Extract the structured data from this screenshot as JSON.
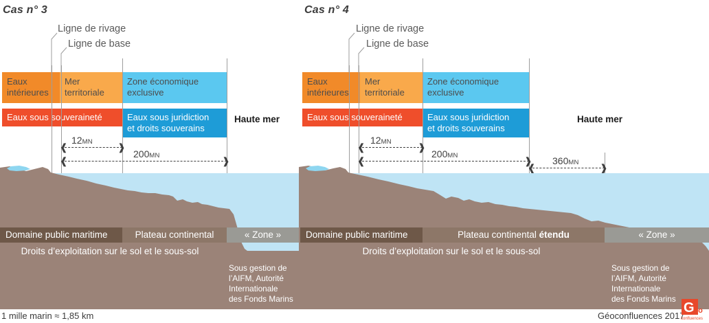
{
  "footnote": "1 mille marin  ≈ 1,85 km",
  "credit": "Géoconfluences 2017",
  "logo_name": "geoconfluences-logo",
  "colors": {
    "inner_waters": "#F18A29",
    "territorial_sea": "#F9A94B",
    "eez": "#5BC8F0",
    "sovereignty": "#EF4E2B",
    "jurisdiction": "#1E9CD7",
    "water": "#BFE4F5",
    "seabed": "#9B8378",
    "dpm_band": "#6E5848",
    "shelf_band": "#8D7768",
    "zone_band": "#9A9A95",
    "guide_line": "#9D9D9D",
    "text_dark": "#4C4C4C"
  },
  "cases": [
    {
      "title": "Cas n° 3",
      "leaders": [
        {
          "label": "Ligne de rivage"
        },
        {
          "label": "Ligne de base"
        }
      ],
      "upper_bands": [
        {
          "label": "Eaux\nintérieures"
        },
        {
          "label": "Mer\nterritoriale"
        },
        {
          "label": "Zone économique\nexclusive"
        }
      ],
      "lower_bands": [
        {
          "label": "Eaux  sous souveraineté"
        },
        {
          "label": "Eaux  sous juridiction\net droits souverains"
        }
      ],
      "high_seas": "Haute mer",
      "measures": [
        {
          "value": "12",
          "unit": "MN"
        },
        {
          "value": "200",
          "unit": "MN"
        }
      ],
      "seafloor": [
        {
          "label": "Domaine public maritime"
        },
        {
          "label": "Plateau continental"
        },
        {
          "label": "« Zone »"
        }
      ],
      "rights": "Droits d’exploitation sur le sol et le sous-sol",
      "aifm": "Sous gestion de\nl’AIFM, Autorité\nInternationale\ndes Fonds Marins"
    },
    {
      "title": "Cas n° 4",
      "leaders": [
        {
          "label": "Ligne de rivage"
        },
        {
          "label": "Ligne de base"
        }
      ],
      "upper_bands": [
        {
          "label": "Eaux\nintérieures"
        },
        {
          "label": "Mer\nterritoriale"
        },
        {
          "label": "Zone économique\nexclusive"
        }
      ],
      "lower_bands": [
        {
          "label": "Eaux  sous souveraineté"
        },
        {
          "label": "Eaux  sous juridiction\net droits souverains"
        }
      ],
      "high_seas": "Haute mer",
      "measures": [
        {
          "value": "12",
          "unit": "MN"
        },
        {
          "value": "200",
          "unit": "MN"
        },
        {
          "value": "360",
          "unit": "MN"
        }
      ],
      "seafloor": [
        {
          "label": "Domaine public maritime"
        },
        {
          "label": "Plateau continental "
        },
        {
          "label_bold": "étendu"
        },
        {
          "label": "« Zone »"
        }
      ],
      "rights": "Droits d’exploitation sur le sol et le sous-sol",
      "aifm": "Sous gestion de\nl’AIFM, Autorité\nInternationale\ndes Fonds Marins"
    }
  ]
}
